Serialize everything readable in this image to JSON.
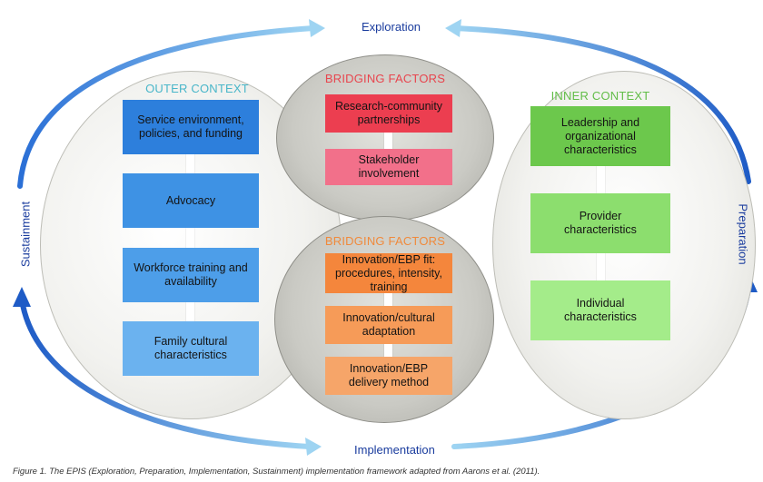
{
  "phases": {
    "exploration": "Exploration",
    "preparation": "Preparation",
    "implementation": "Implementation",
    "sustainment": "Sustainment"
  },
  "outer_context": {
    "header": "OUTER CONTEXT",
    "items": [
      "Service environment,\npolicies, and funding",
      "Advocacy",
      "Workforce training and\navailability",
      "Family cultural\ncharacteristics"
    ]
  },
  "inner_context": {
    "header": "INNER CONTEXT",
    "items": [
      "Leadership and\norganizational\ncharacteristics",
      "Provider\ncharacteristics",
      "Individual\ncharacteristics"
    ]
  },
  "bridging_factors_top": {
    "header": "BRIDGING FACTORS",
    "items": [
      "Research-community\npartnerships",
      "Stakeholder\ninvolvement"
    ]
  },
  "bridging_factors_bottom": {
    "header": "BRIDGING FACTORS",
    "items": [
      "Innovation/EBP fit:\nprocedures, intensity,\ntraining",
      "Innovation/cultural\nadaptation",
      "Innovation/EBP\ndelivery method"
    ]
  },
  "caption": "Figure 1. The EPIS (Exploration, Preparation, Implementation, Sustainment) implementation framework adapted from Aarons et al. (2011).",
  "colors": {
    "outer_header": "#49b6c9",
    "inner_header": "#62bd48",
    "bridging_top_header": "#e8454e",
    "bridging_bottom_header": "#f08a3c",
    "phase_label": "#1a3c9e",
    "arrow_dark": "#1e5bc6",
    "arrow_light": "#9ed4f2"
  }
}
